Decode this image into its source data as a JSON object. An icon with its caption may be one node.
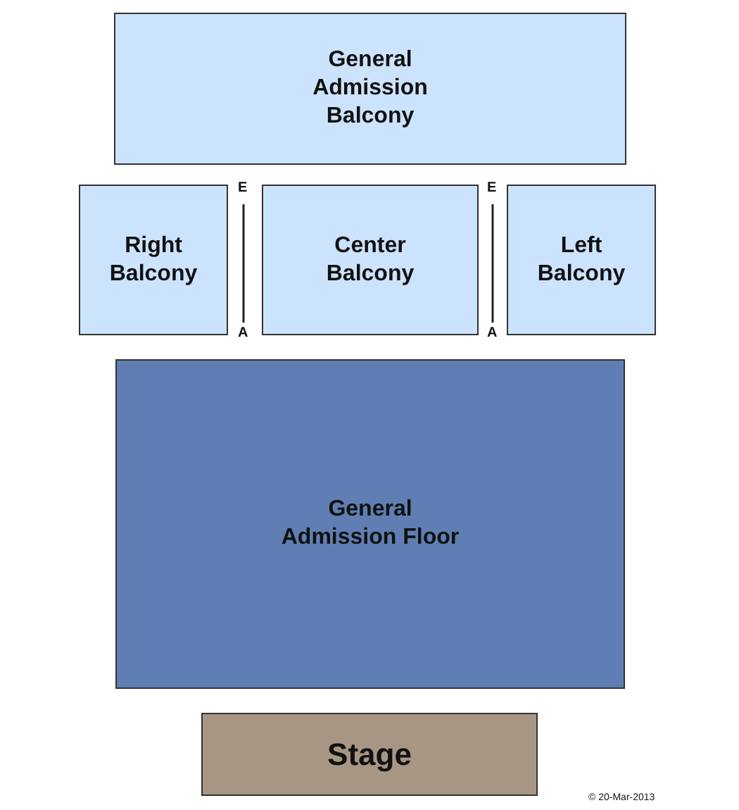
{
  "diagram": {
    "nodes": [
      {
        "text": [
          "General Admission Balcony"
        ]
      },
      {
        "text": [
          "Right Balcony"
        ]
      },
      {
        "text": [
          "Center Balcony"
        ]
      },
      {
        "text": [
          "Left Balcony"
        ]
      },
      {
        "text": [
          "General Admission Floor"
        ]
      },
      {
        "text": [
          "Stage"
        ]
      }
    ],
    "labels": [
      "E",
      "E",
      "A",
      "A",
      "© 20-Mar-2013"
    ]
  }
}
